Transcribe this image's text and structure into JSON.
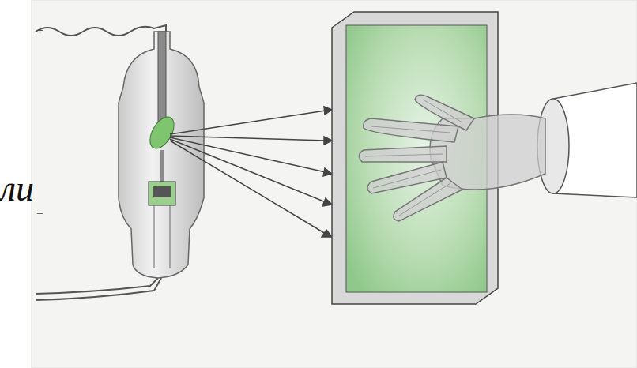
{
  "diagram": {
    "labels": [
      "ли",
      "+",
      "−"
    ]
  }
}
